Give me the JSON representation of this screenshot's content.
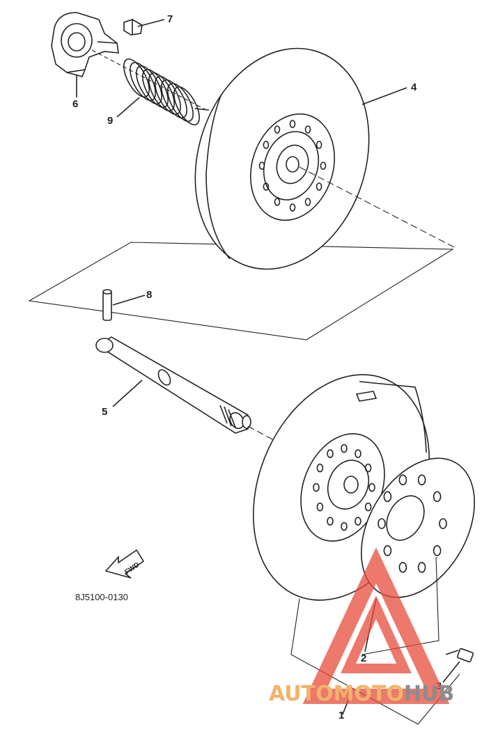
{
  "diagram": {
    "part_code": "8J5100-0130",
    "fwd_label": "FWD",
    "callouts": [
      {
        "id": "1",
        "text": "1"
      },
      {
        "id": "2",
        "text": "2"
      },
      {
        "id": "3",
        "text": "3"
      },
      {
        "id": "4",
        "text": "4"
      },
      {
        "id": "5",
        "text": "5"
      },
      {
        "id": "6",
        "text": "6"
      },
      {
        "id": "7",
        "text": "7"
      },
      {
        "id": "8",
        "text": "8"
      },
      {
        "id": "9",
        "text": "9"
      }
    ]
  },
  "watermark": {
    "text_auto": "AUTO",
    "text_moto": "MOTO",
    "text_hub": "HUB",
    "color_auto": "#f2b36a",
    "color_moto": "#f2b36a",
    "color_hub": "#8c8c8c",
    "logo_color": "#e84b3c"
  }
}
